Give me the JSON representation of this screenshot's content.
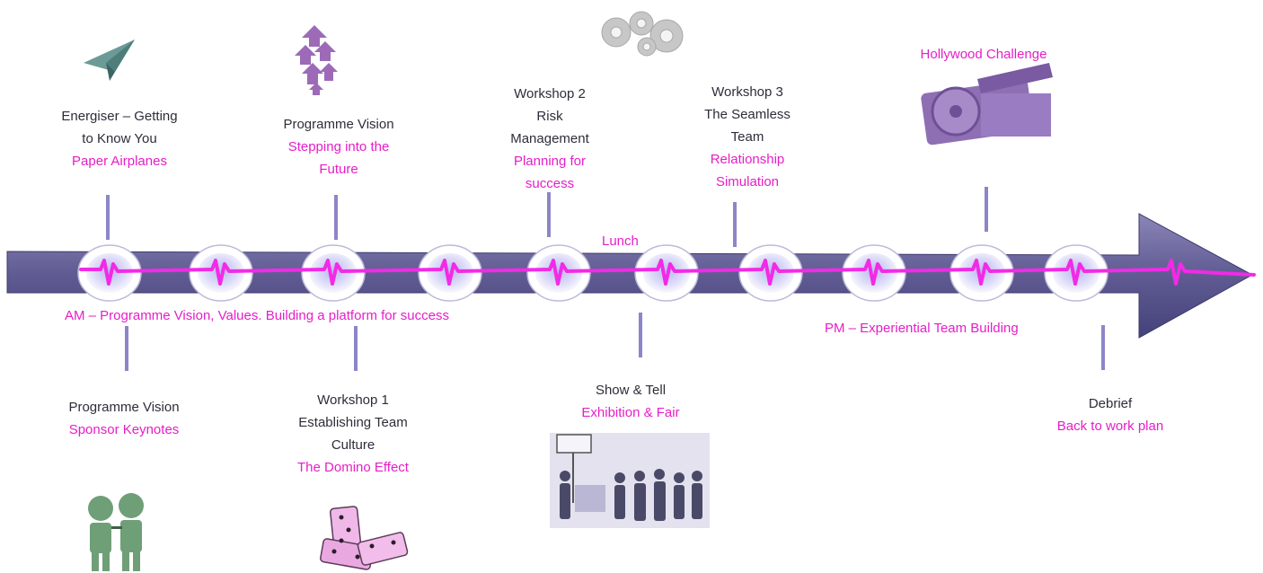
{
  "colors": {
    "arrow": "#5e5a92",
    "pulse": "#f22ae6",
    "accent_text": "#e61ec8",
    "tick": "#8c86c8",
    "body_text": "#2d2d3a"
  },
  "markers": {
    "count": 10
  },
  "top_labels": [
    {
      "lines": [
        "Energiser – Getting",
        "to Know You"
      ],
      "accent": [
        "Paper Airplanes"
      ],
      "icon": "paper-airplane-icon"
    },
    {
      "lines": [
        "Programme Vision"
      ],
      "accent": [
        "Stepping into the",
        "Future"
      ],
      "icon": "upward-arrows-icon"
    },
    {
      "lines": [
        "Workshop 2",
        "Risk",
        "Management"
      ],
      "accent": [
        "Planning for",
        "success"
      ],
      "icon": "gears-icon"
    },
    {
      "lines": [
        "Workshop 3",
        "The Seamless",
        "Team"
      ],
      "accent": [
        "Relationship",
        "Simulation"
      ],
      "icon": ""
    },
    {
      "lines": [],
      "accent": [
        "Hollywood Challenge"
      ],
      "icon": "film-clapperboard-icon"
    }
  ],
  "bottom_labels": [
    {
      "lines": [
        "Programme Vision"
      ],
      "accent": [
        "Sponsor Keynotes"
      ],
      "icon": "two-speakers-icon"
    },
    {
      "lines": [
        "Workshop 1",
        "Establishing Team",
        "Culture"
      ],
      "accent": [
        "The Domino Effect"
      ],
      "icon": "dominoes-icon"
    },
    {
      "lines": [
        "Show & Tell"
      ],
      "accent": [
        "Exhibition & Fair"
      ],
      "icon": "exhibition-crowd-icon"
    },
    {
      "lines": [
        "Debrief"
      ],
      "accent": [
        "Back to work plan"
      ],
      "icon": ""
    }
  ],
  "lunch": "Lunch",
  "am_caption": "AM – Programme Vision, Values. Building a platform for success",
  "pm_caption": "PM – Experiential Team Building"
}
